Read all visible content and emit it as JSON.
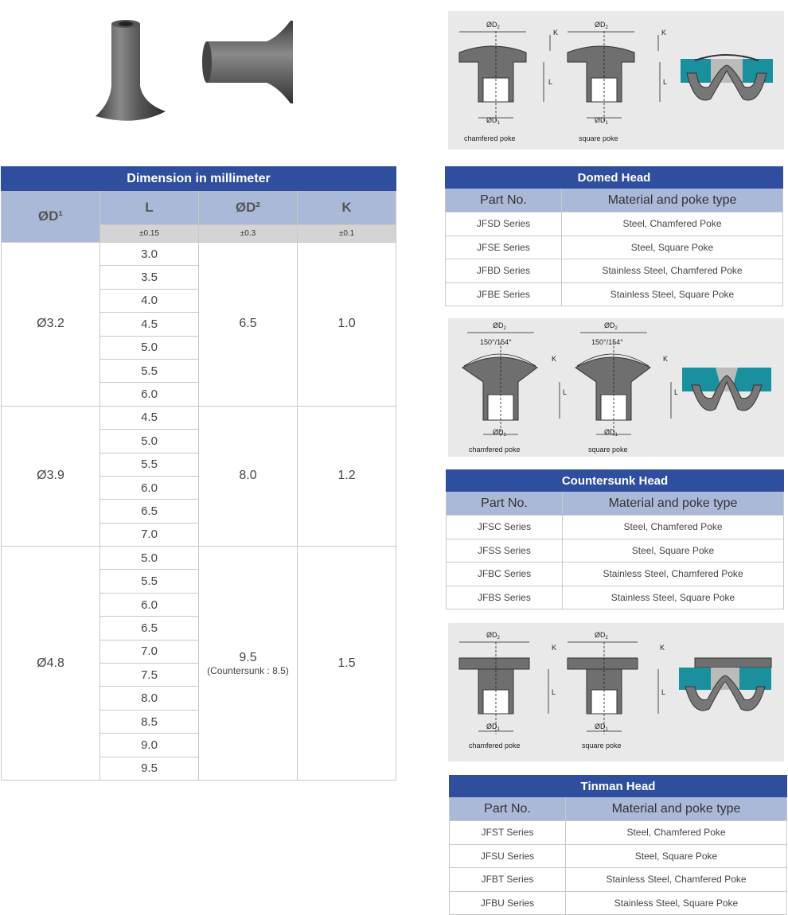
{
  "dimension_table": {
    "title": "Dimension  in millimeter",
    "headers": [
      "ØD¹",
      "L",
      "ØD²",
      "K"
    ],
    "tolerances": [
      "±0.15",
      "±0.3",
      "±0.1"
    ],
    "groups": [
      {
        "d1": "Ø3.2",
        "d2": "6.5",
        "d2_note": "",
        "k": "1.0",
        "lengths": [
          "3.0",
          "3.5",
          "4.0",
          "4.5",
          "5.0",
          "5.5",
          "6.0"
        ]
      },
      {
        "d1": "Ø3.9",
        "d2": "8.0",
        "d2_note": "",
        "k": "1.2",
        "lengths": [
          "4.5",
          "5.0",
          "5.5",
          "6.0",
          "6.5",
          "7.0"
        ]
      },
      {
        "d1": "Ø4.8",
        "d2": "9.5",
        "d2_note": "(Countersunk : 8.5)",
        "k": "1.5",
        "lengths": [
          "5.0",
          "5.5",
          "6.0",
          "6.5",
          "7.0",
          "7.5",
          "8.0",
          "8.5",
          "9.0",
          "9.5"
        ]
      }
    ]
  },
  "domed": {
    "title": "Domed Head",
    "headers": [
      "Part No.",
      "Material and poke type"
    ],
    "rows": [
      [
        "JFSD Series",
        "Steel, Chamfered Poke"
      ],
      [
        "JFSE Series",
        "Steel, Square Poke"
      ],
      [
        "JFBD Series",
        "Stainless Steel, Chamfered Poke"
      ],
      [
        "JFBE Series",
        "Stainless Steel, Square Poke"
      ]
    ]
  },
  "countersunk": {
    "title": "Countersunk Head",
    "headers": [
      "Part No.",
      "Material and poke type"
    ],
    "rows": [
      [
        "JFSC Series",
        "Steel, Chamfered Poke"
      ],
      [
        "JFSS Series",
        "Steel, Square Poke"
      ],
      [
        "JFBC Series",
        "Stainless Steel, Chamfered Poke"
      ],
      [
        "JFBS Series",
        "Stainless Steel, Square Poke"
      ]
    ]
  },
  "tinman": {
    "title": "Tinman Head",
    "headers": [
      "Part No.",
      "Material and poke type"
    ],
    "rows": [
      [
        "JFST Series",
        "Steel, Chamfered Poke"
      ],
      [
        "JFSU Series",
        "Steel, Square Poke"
      ],
      [
        "JFBT Series",
        "Stainless Steel, Chamfered Poke"
      ],
      [
        "JFBU Series",
        "Stainless Steel, Square Poke"
      ]
    ]
  },
  "diagram_labels": {
    "d2": "ØD",
    "d2_sub": "2",
    "d1": "ØD",
    "d1_sub": "1",
    "k": "K",
    "l": "L",
    "angle": "150°/154°",
    "chamfered": "chamfered poke",
    "square": "square poke"
  },
  "colors": {
    "title_blue": "#2f4f9e",
    "header_blue": "#aab9d8",
    "teal": "#1a8f9e"
  }
}
